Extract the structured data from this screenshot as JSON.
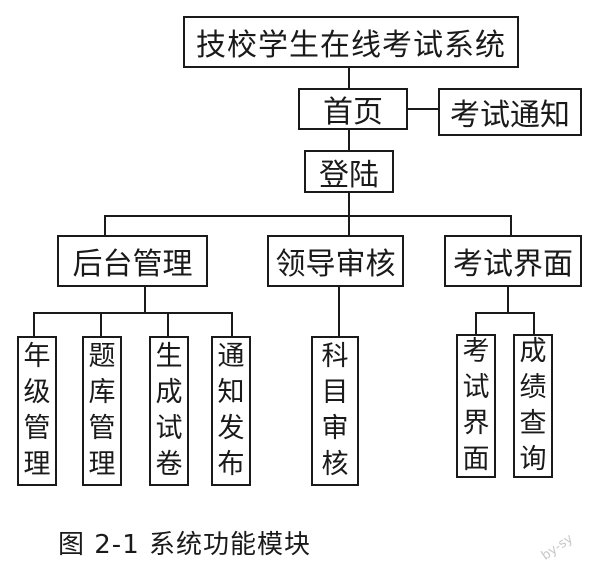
{
  "diagram": {
    "title_box": "技校学生在线考试系统",
    "home": "首页",
    "exam_notice": "考试通知",
    "login": "登陆",
    "backend": "后台管理",
    "review": "领导审核",
    "exam_ui": "考试界面",
    "leaf_grade": "年级管理",
    "leaf_bank": "题库管理",
    "leaf_generate": "生成试卷",
    "leaf_notice": "通知发布",
    "leaf_subject": "科目审核",
    "leaf_exam_ui": "考试界面",
    "leaf_score": "成绩查询"
  },
  "caption": "图 2-1  系统功能模块",
  "watermark": "by-sy"
}
